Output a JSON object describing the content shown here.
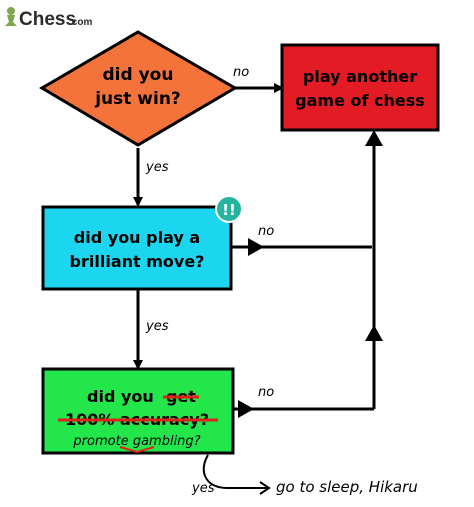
{
  "logo": {
    "text": "Chess",
    "suffix": ".com"
  },
  "nodes": {
    "q_win": {
      "lines": [
        "did you",
        "just win?"
      ],
      "color": "#F4733A"
    },
    "play_again": {
      "lines": [
        "play another",
        "game of chess"
      ],
      "color": "#E21B24"
    },
    "q_brilliant": {
      "lines": [
        "did you play a",
        "brilliant move?"
      ],
      "color": "#1BD6EE"
    },
    "q_accuracy": {
      "line1": "did you",
      "struck_word": "get",
      "struck_line": "100% accuracy?",
      "replacement": "promote gambling?",
      "color": "#22E64A"
    }
  },
  "badge": {
    "text": "!!",
    "color": "#26B3A0"
  },
  "edges": {
    "win_no": "no",
    "win_yes": "yes",
    "brilliant_no": "no",
    "brilliant_yes": "yes",
    "accuracy_no": "no"
  },
  "scribble": {
    "yes": "yes",
    "note": "go to sleep, Hikaru"
  }
}
